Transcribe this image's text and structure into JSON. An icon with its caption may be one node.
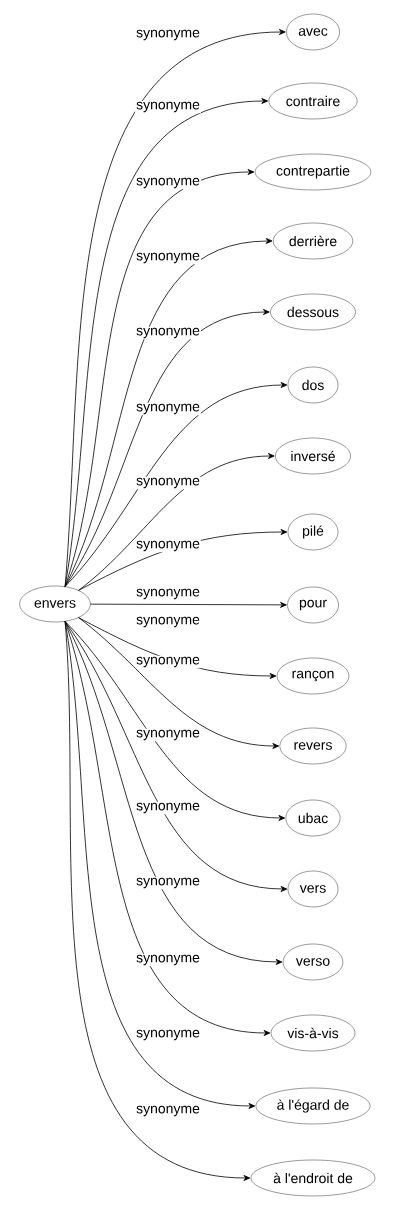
{
  "diagram": {
    "nodes": [
      {
        "text": [
          "envers"
        ]
      },
      {
        "text": [
          "avec"
        ]
      },
      {
        "text": [
          "contraire"
        ]
      },
      {
        "text": [
          "contrepartie"
        ]
      },
      {
        "text": [
          "derrière"
        ]
      },
      {
        "text": [
          "dessous"
        ]
      },
      {
        "text": [
          "dos"
        ]
      },
      {
        "text": [
          "inversé"
        ]
      },
      {
        "text": [
          "pilé"
        ]
      },
      {
        "text": [
          "pour"
        ]
      },
      {
        "text": [
          "rançon"
        ]
      },
      {
        "text": [
          "revers"
        ]
      },
      {
        "text": [
          "ubac"
        ]
      },
      {
        "text": [
          "vers"
        ]
      },
      {
        "text": [
          "verso"
        ]
      },
      {
        "text": [
          "vis-à-vis"
        ]
      },
      {
        "text": [
          "à l'égard de"
        ]
      },
      {
        "text": [
          "à l'endroit de"
        ]
      }
    ],
    "edges": [
      {
        "from": 0,
        "to": 1,
        "arrow": "to",
        "label": "synonyme"
      },
      {
        "from": 0,
        "to": 2,
        "arrow": "to",
        "label": "synonyme"
      },
      {
        "from": 0,
        "to": 3,
        "arrow": "to",
        "label": "synonyme"
      },
      {
        "from": 0,
        "to": 4,
        "arrow": "to",
        "label": "synonyme"
      },
      {
        "from": 0,
        "to": 5,
        "arrow": "to",
        "label": "synonyme"
      },
      {
        "from": 0,
        "to": 6,
        "arrow": "to",
        "label": "synonyme"
      },
      {
        "from": 0,
        "to": 7,
        "arrow": "to",
        "label": "synonyme"
      },
      {
        "from": 0,
        "to": 8,
        "arrow": "to",
        "label": "synonyme"
      },
      {
        "from": 0,
        "to": 9,
        "arrow": "to",
        "label": "synonyme"
      },
      {
        "from": 0,
        "to": 10,
        "arrow": "to",
        "label": "synonyme"
      },
      {
        "from": 0,
        "to": 11,
        "arrow": "to",
        "label": "synonyme"
      },
      {
        "from": 0,
        "to": 12,
        "arrow": "to",
        "label": "synonyme"
      },
      {
        "from": 0,
        "to": 13,
        "arrow": "to",
        "label": "synonyme"
      },
      {
        "from": 0,
        "to": 14,
        "arrow": "to",
        "label": "synonyme"
      },
      {
        "from": 0,
        "to": 15,
        "arrow": "to",
        "label": "synonyme"
      },
      {
        "from": 0,
        "to": 16,
        "arrow": "to",
        "label": "synonyme"
      },
      {
        "from": 0,
        "to": 17,
        "arrow": "to",
        "label": "synonyme"
      }
    ]
  }
}
